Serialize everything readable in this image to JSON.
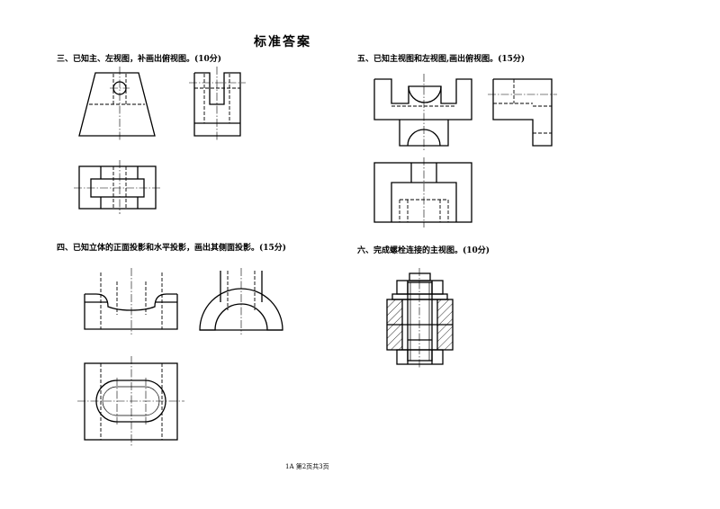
{
  "page": {
    "title": "标准答案",
    "footer": "1A 第2页共3页"
  },
  "questions": [
    {
      "id": "q3",
      "text": "三、已知主、左视图，补画出俯视图。(10分)"
    },
    {
      "id": "q4",
      "text": "四、已知立体的正面投影和水平投影，画出其侧面投影。(15分)"
    },
    {
      "id": "q5",
      "text": "五、已知主视图和左视图,画出俯视图。(15分)"
    },
    {
      "id": "q6",
      "text": "六、完成螺栓连接的主视图。(10分)"
    }
  ]
}
